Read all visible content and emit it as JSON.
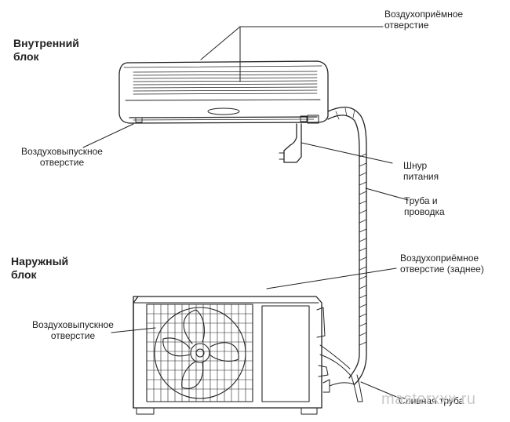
{
  "headings": {
    "indoor_unit": [
      "Внутренний",
      "блок"
    ],
    "outdoor_unit": [
      "Наружный",
      "блок"
    ]
  },
  "labels": {
    "indoor_air_inlet": [
      "Воздухоприёмное",
      "отверстие"
    ],
    "indoor_air_outlet": [
      "Воздуховыпускное",
      "отверстие"
    ],
    "power_cord": [
      "Шнур",
      "питания"
    ],
    "pipe_and_wiring": [
      "Труба и",
      "проводка"
    ],
    "outdoor_air_inlet": [
      "Воздухоприёмное",
      "отверстие (заднее)"
    ],
    "outdoor_air_outlet": [
      "Воздуховыпускное",
      "отверстие"
    ],
    "drain_pipe": "Сливная труба"
  },
  "watermark": "masterxxx.ru",
  "colors": {
    "line": "#222222",
    "text": "#222222",
    "watermark": "#c9c9c9"
  }
}
